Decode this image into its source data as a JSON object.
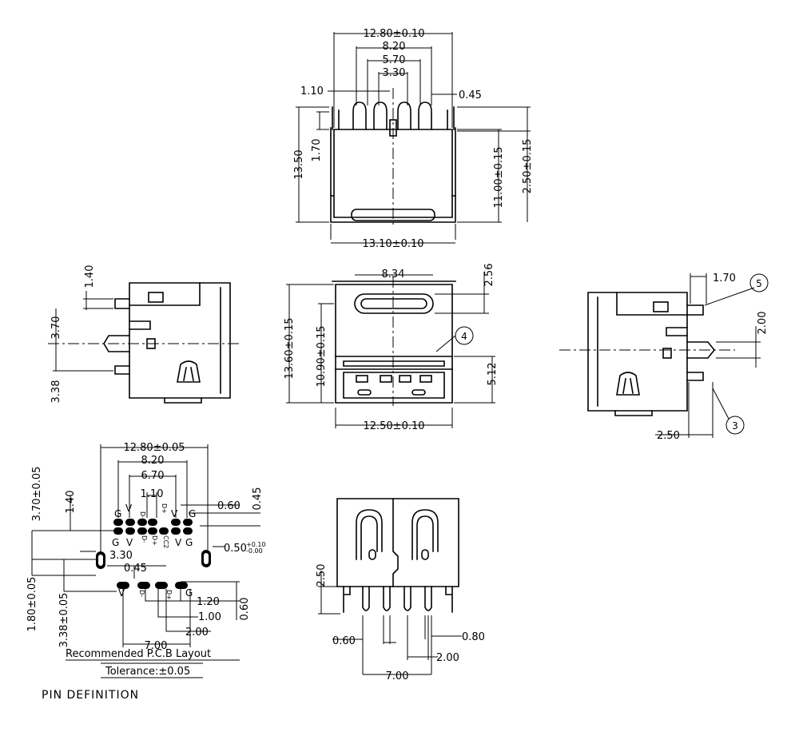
{
  "top_view": {
    "dim_width": "12.80±0.10",
    "dim_span_a": "8.20",
    "dim_span_b": "5.70",
    "dim_span_c": "3.30",
    "dim_pin_w": "1.10",
    "dim_pin_gap": "0.45",
    "dim_height_total": "13.50",
    "dim_pin_height": "1.70",
    "dim_body_height": "11.00±0.15",
    "dim_right_height": "2.50±0.15",
    "dim_body_width": "13.10±0.10"
  },
  "left_view": {
    "dim_top": "1.40",
    "dim_mid": "3.70",
    "dim_bottom": "3.38"
  },
  "front_view": {
    "dim_slot_width": "8.34",
    "dim_slot_height": "2.56",
    "dim_height_total": "13.60±0.15",
    "dim_lower_height": "10.90±0.15",
    "dim_port_height": "5.12",
    "dim_width": "12.50±0.10",
    "callout_4": "4"
  },
  "right_view": {
    "dim_top": "1.70",
    "dim_mid": "2.00",
    "dim_bottom": "2.50",
    "callout_5": "5",
    "callout_3": "3"
  },
  "pcb_layout": {
    "dim_width": "12.80±0.05",
    "dim_a": "8.20",
    "dim_b": "6.70",
    "dim_c": "1.10",
    "dim_pad_w": "0.60",
    "dim_pad_gap": "0.45",
    "dim_pitch": "3.30",
    "dim_gap2": "0.45",
    "dim_slot": "0.50",
    "dim_slot_tol_plus": "+0.10",
    "dim_slot_tol_minus": "-0.00",
    "dim_left_a": "3.70±0.05",
    "dim_left_b": "1.40",
    "dim_left_c": "1.80±0.05",
    "dim_left_d": "3.38±0.05",
    "dim_r1": "1.20",
    "dim_r2": "1.00",
    "dim_r3": "2.00",
    "dim_r4": "0.60",
    "dim_bottom": "7.00",
    "top_labels": [
      "G",
      "V",
      "D-",
      "D+",
      "V",
      "G"
    ],
    "upper_row_labels": [
      "G",
      "V",
      "D-",
      "D+",
      "CC2",
      "V",
      "G"
    ],
    "bottom_labels": [
      "V",
      "D-",
      "D+",
      "G"
    ],
    "caption": "Recommended P.C.B Layout",
    "tolerance": "Tolerance:±0.05",
    "section_title": "PIN DEFINITION"
  },
  "bottom_view": {
    "dim_height": "2.50",
    "dim_pin_w": "0.60",
    "dim_pin_w2": "0.80",
    "dim_pitch": "2.00",
    "dim_span": "7.00"
  }
}
